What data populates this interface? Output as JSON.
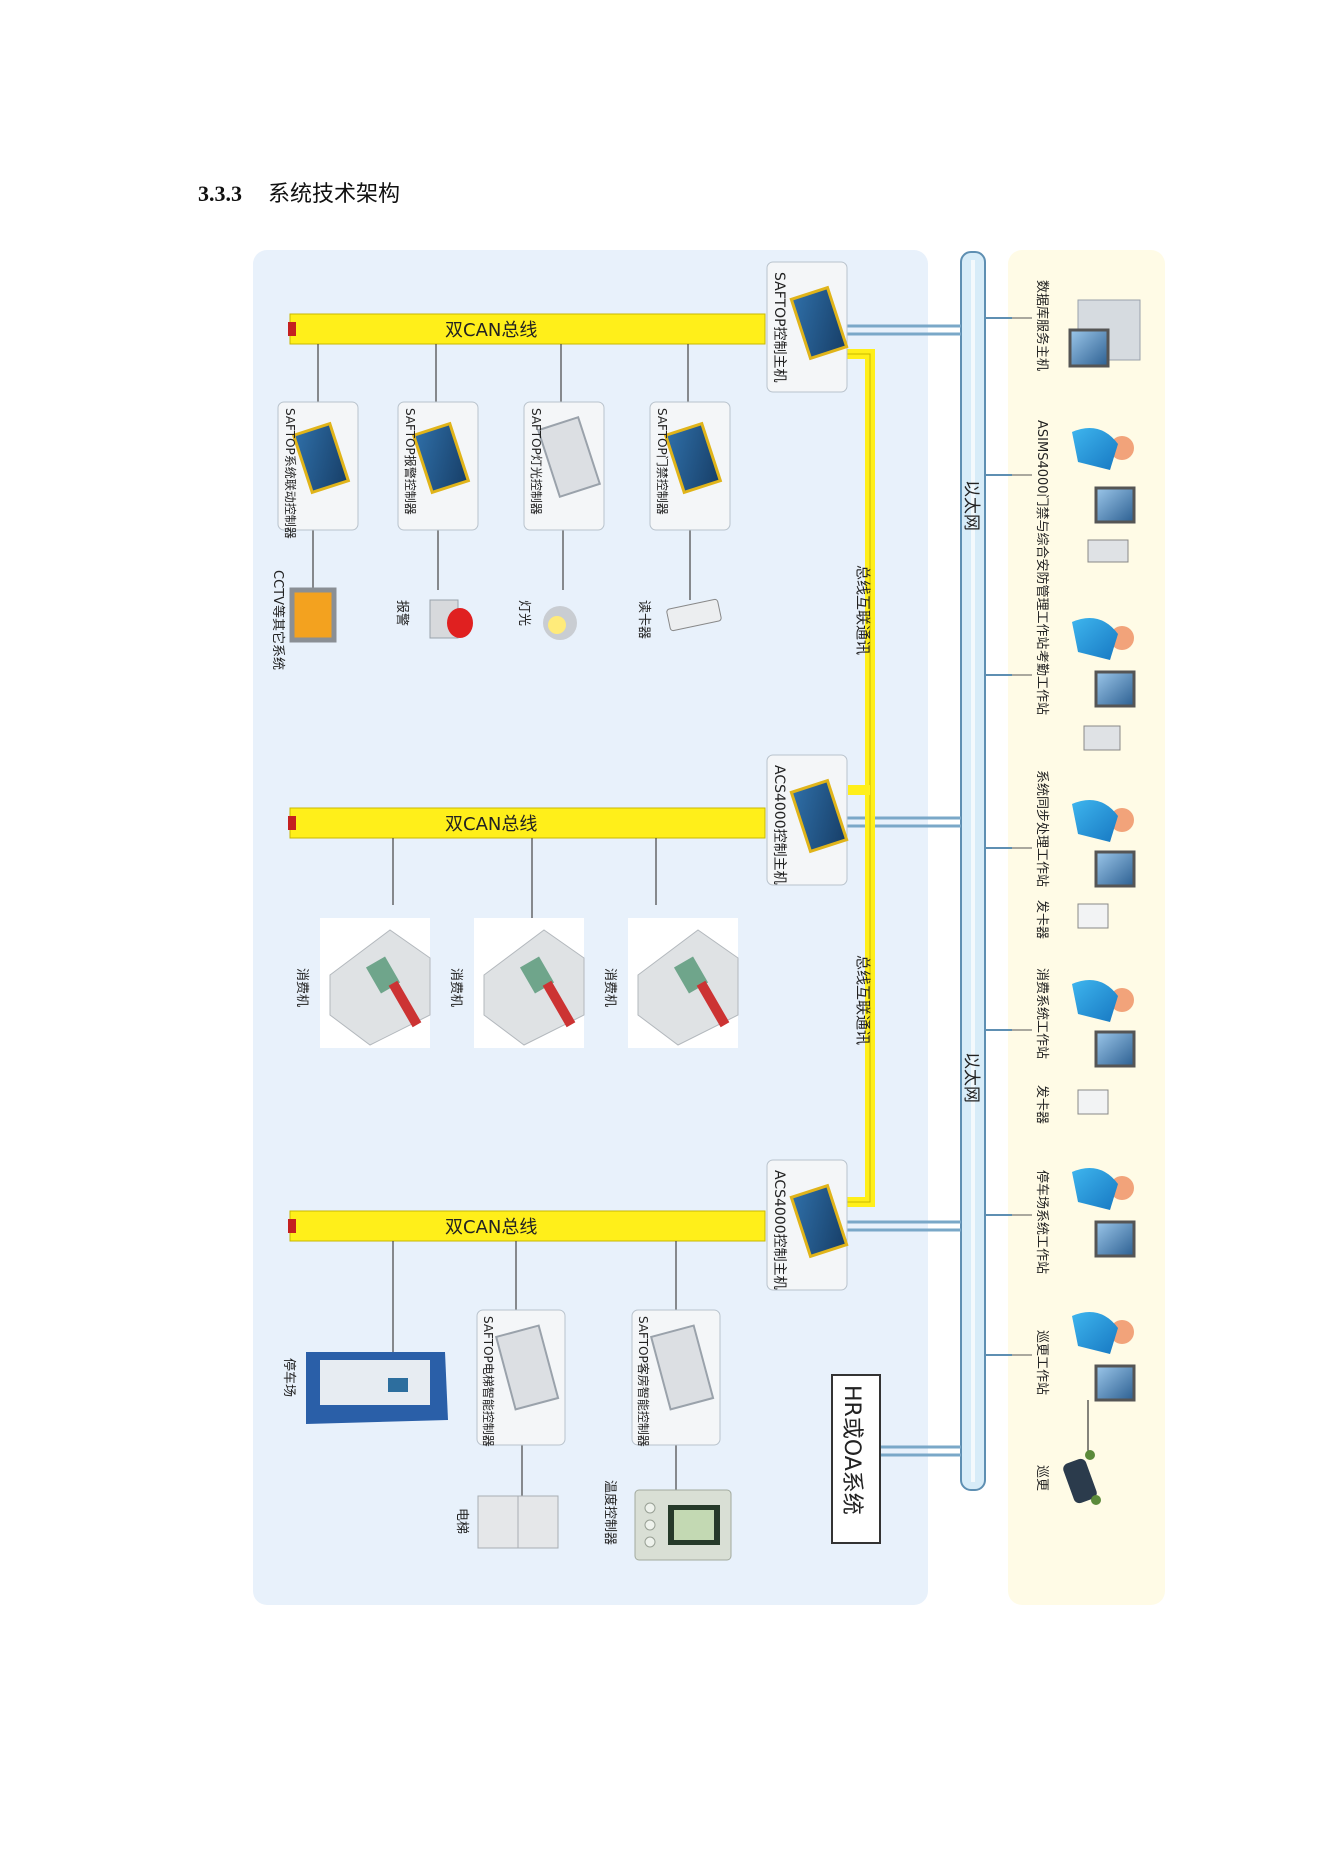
{
  "section": {
    "number": "3.3.3",
    "title": "系统技术架构"
  },
  "bus_label": "双CAN总线",
  "hosts": [
    "SAFTOP控制主机",
    "ACS4000控制主机",
    "ACS4000控制主机"
  ],
  "interconnect_label": "总线互联通讯",
  "ethernet_label": "以太网",
  "hr_system": "HR或OA系统",
  "group1_controllers": [
    "SAFTOP系统联动控制器",
    "SAFTOP报警控制器",
    "SAFTOP灯光控制器",
    "SAFTOP门禁控制器"
  ],
  "group1_devices": [
    "CCTV等其它系统",
    "报警",
    "灯光",
    "读卡器"
  ],
  "group2_devices": [
    "消费机",
    "消费机",
    "消费机"
  ],
  "group3_controllers": [
    "SAFTOP电梯智能控制器",
    "SAFTOP客房智能控制器"
  ],
  "group3_devices": [
    "停车场",
    "电梯",
    "温度控制器"
  ],
  "workstations": [
    "数据库服务主机",
    "ASIMS4000门禁与综合安防管理工作站",
    "考勤工作站",
    "系统同步处理工作站",
    "发卡器",
    "消费系统工作站",
    "发卡器",
    "停车场系统工作站",
    "巡更工作站",
    "巡更"
  ],
  "colors": {
    "bus": "#ffef1a",
    "panel": "#e8f1fb",
    "right_panel": "#fffbe6",
    "ethernet": "#d7ecf8",
    "interconnect": "#ffef1a"
  }
}
